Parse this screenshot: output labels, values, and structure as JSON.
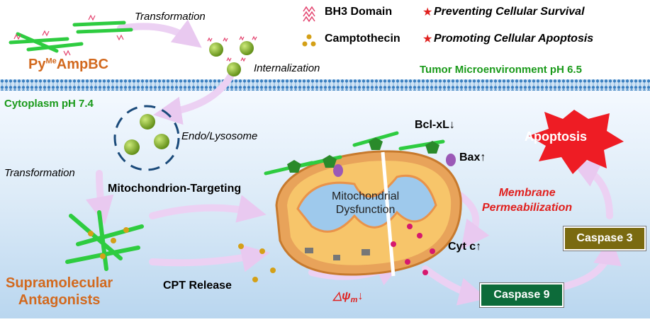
{
  "legend": {
    "bh3": "BH3 Domain",
    "cpt": "Camptothecin",
    "effect1": "Preventing Cellular Survival",
    "effect2": "Promoting Cellular Apoptosis",
    "star": "★"
  },
  "labels": {
    "transformation_top": "Transformation",
    "compound_prefix": "Py",
    "compound_sup": "Me",
    "compound_suffix": "AmpBC",
    "internalization": "Internalization",
    "tumor_env": "Tumor  Microenvironment  pH 6.5",
    "cytoplasm": "Cytoplasm  pH 7.4",
    "endo": "Endo/Lysosome",
    "transformation_left": "Transformation",
    "mito_targeting": "Mitochondrion-Targeting",
    "mito_dysfunction_1": "Mitochondrial",
    "mito_dysfunction_2": "Dysfunction",
    "bclxl": "Bcl-xL",
    "bax": "Bax",
    "membrane_1": "Membrane",
    "membrane_2": "Permeabilization",
    "apoptosis": "Apoptosis",
    "cytc": "Cyt c",
    "caspase3": "Caspase 3",
    "caspase9": "Caspase 9",
    "supra_1": "Supramolecular",
    "supra_2": "Antagonists",
    "cpt_release": "CPT Release",
    "psi_prefix": "△ψ",
    "psi_sub": "m",
    "arrow_down": "↓",
    "arrow_up": "↑"
  },
  "colors": {
    "orange_label": "#d2691e",
    "green_label": "#1a9a1a",
    "red_label": "#e0201e",
    "caspase3_bg": "#7a6a10",
    "caspase9_bg": "#0d6b3a",
    "apoptosis_burst": "#ee1c24",
    "membrane": "#3a7fc0",
    "mito_outer": "#f2a65a",
    "mito_inner": "#f7c56a",
    "cristae": "#9ec9ec",
    "fiber": "#2ecc40",
    "cpt_dot": "#d4a017",
    "cytc_dot": "#d6186e",
    "bax": "#9b59b6"
  }
}
